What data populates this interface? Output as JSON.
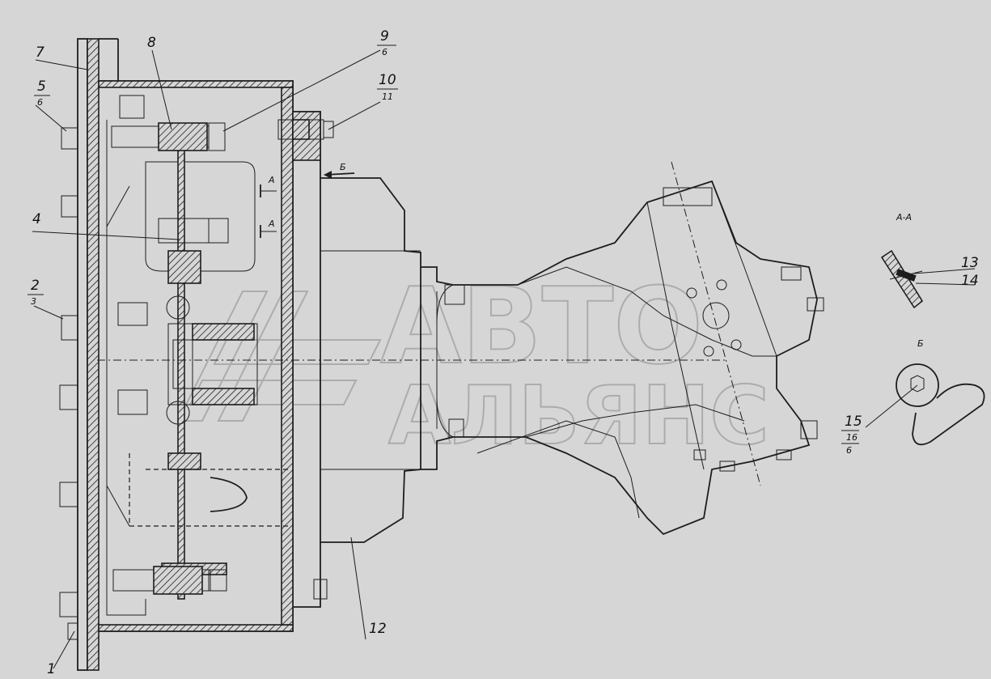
{
  "callouts": {
    "c1": {
      "num": "1"
    },
    "c2": {
      "num": "2",
      "sub": "3"
    },
    "c4": {
      "num": "4"
    },
    "c5": {
      "num": "5",
      "sub": "6"
    },
    "c7": {
      "num": "7"
    },
    "c8": {
      "num": "8"
    },
    "c9": {
      "num": "9",
      "sub": "6"
    },
    "c10": {
      "num": "10",
      "sub": "11"
    },
    "c12": {
      "num": "12"
    },
    "c13": {
      "num": "13"
    },
    "c14": {
      "num": "14"
    },
    "c15": {
      "num": "15",
      "sub": "16",
      "sub2": "6"
    }
  },
  "section_marks": {
    "a_top": "А",
    "a_bottom": "А",
    "b_arrow": "Б",
    "a_a_title": "А-А",
    "b_view_title": "Б"
  },
  "watermark": {
    "line1": "АВТО",
    "line2": "АЛЬЯНС"
  }
}
